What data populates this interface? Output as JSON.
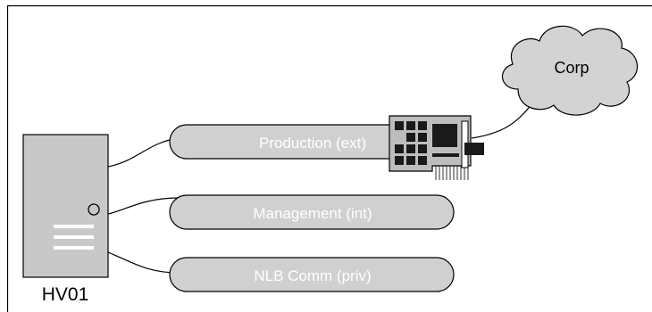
{
  "diagram": {
    "server": {
      "label": "HV01"
    },
    "cloud": {
      "label": "Corp"
    },
    "switches": [
      {
        "id": "production",
        "label": "Production (ext)"
      },
      {
        "id": "management",
        "label": "Management (int)"
      },
      {
        "id": "nlb",
        "label": "NLB Comm (priv)"
      }
    ]
  },
  "colors": {
    "server_fill": "#c8c8c8",
    "switch_fill": "#d0d0d0",
    "switch_text": "#ffffff",
    "cloud_fill": "#d3d3d3",
    "nic_board": "#bdbdbd",
    "nic_chip": "#1a1a1a",
    "line": "#000000"
  }
}
